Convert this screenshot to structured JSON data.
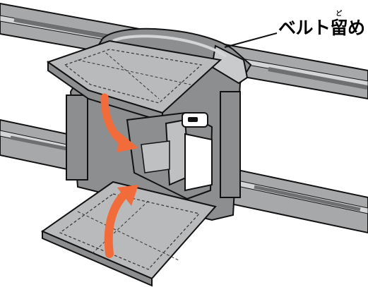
{
  "callout": {
    "label_main": "ベルト",
    "label_kanji": "留",
    "label_tail": "め",
    "reading": "ど"
  },
  "colors": {
    "rail": "#a7a8aa",
    "rail_dark": "#6e6f71",
    "frame": "#8d8e90",
    "belt": "#b9babc",
    "arrow": "#f26b3a",
    "buckle_gray": "#bfc0c2",
    "outline": "#111111"
  }
}
